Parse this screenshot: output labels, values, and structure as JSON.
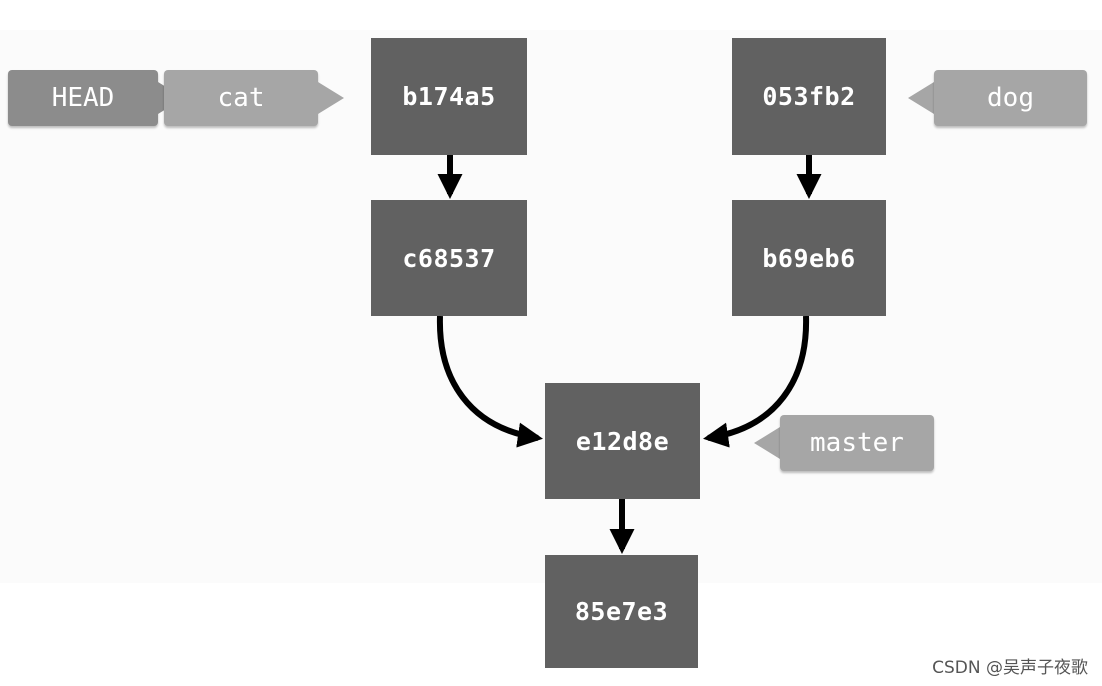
{
  "commits": {
    "b174a5": "b174a5",
    "c68537": "c68537",
    "e12d8e": "e12d8e",
    "e85e7e3": "85e7e3",
    "s053fb2": "053fb2",
    "b69eb6": "b69eb6"
  },
  "refs": {
    "head": "HEAD",
    "cat": "cat",
    "dog": "dog",
    "master": "master"
  },
  "colors": {
    "commit": "#616161",
    "branch_tag": "#a6a6a6",
    "head_tag": "#8c8c8c",
    "arrow": "#000000"
  },
  "watermark": "CSDN @吴声子夜歌"
}
